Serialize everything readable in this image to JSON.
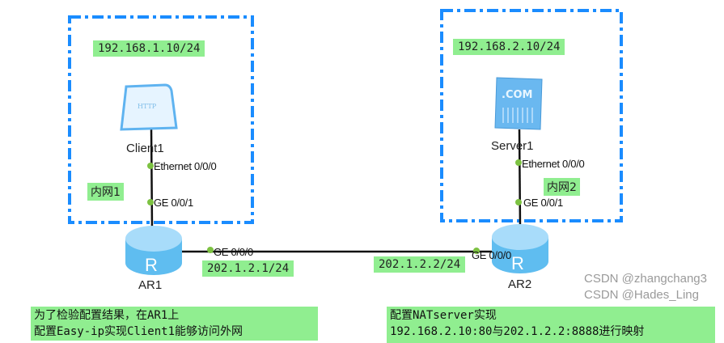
{
  "colors": {
    "zone_border": "#1a8cff",
    "label_bg": "#90ee90",
    "link": "#111111",
    "port_dot": "#7dc242",
    "router": "#5fbdf0"
  },
  "zones": [
    {
      "ip": "192.168.1.10/24",
      "name": "内网1"
    },
    {
      "ip": "192.168.2.10/24",
      "name": "内网2"
    }
  ],
  "devices": {
    "client1": {
      "name": "Client1",
      "icon": "http-client-icon",
      "icon_text": "HTTP",
      "port": "Ethernet 0/0/0"
    },
    "server1": {
      "name": "Server1",
      "icon": "server-icon",
      "icon_text": ".COM",
      "port": "Ethernet 0/0/0"
    },
    "ar1": {
      "name": "AR1",
      "icon": "router-icon",
      "port_down": "GE 0/0/1",
      "port_wan": "GE 0/0/0",
      "wan_ip": "202.1.2.1/24"
    },
    "ar2": {
      "name": "AR2",
      "icon": "router-icon",
      "port_down": "GE 0/0/1",
      "port_wan": "GE 0/0/0",
      "wan_ip": "202.1.2.2/24"
    }
  },
  "notes": {
    "left": [
      "为了检验配置结果，在AR1上",
      "配置Easy-ip实现Client1能够访问外网"
    ],
    "right": [
      "配置NATserver实现",
      "192.168.2.10:80与202.1.2.2:8888进行映射"
    ]
  },
  "watermarks": [
    "CSDN @zhangchang3",
    "CSDN @Hades_Ling"
  ]
}
